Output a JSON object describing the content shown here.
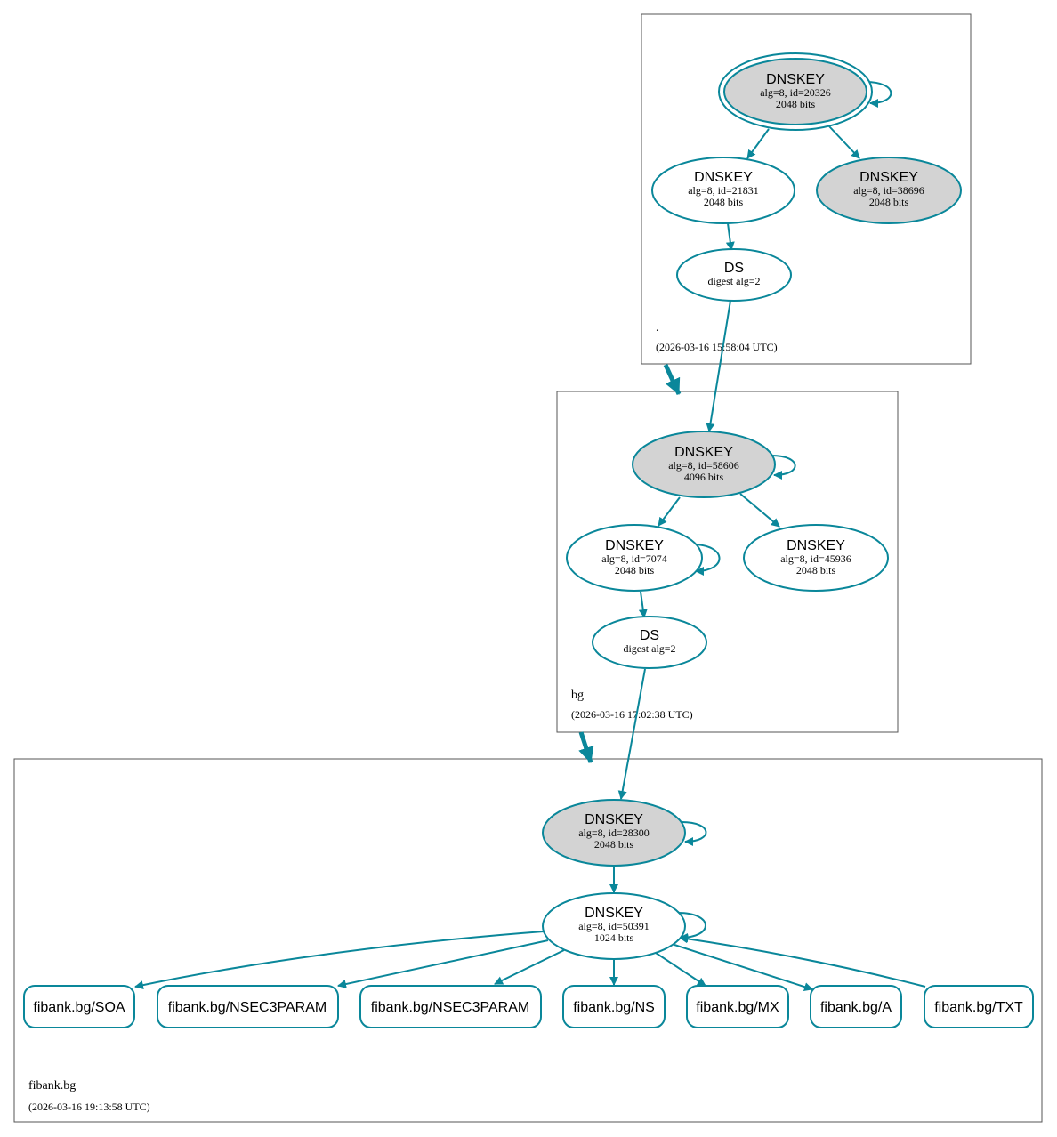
{
  "colors": {
    "edge": "#0a879a",
    "ksk_fill": "#d3d3d3",
    "node_fill": "#ffffff",
    "zone_border": "#555555"
  },
  "zones": {
    "root": {
      "name": ".",
      "timestamp": "(2026-03-16 15:58:04 UTC)"
    },
    "bg": {
      "name": "bg",
      "timestamp": "(2026-03-16 17:02:38 UTC)"
    },
    "fibank": {
      "name": "fibank.bg",
      "timestamp": "(2026-03-16 19:13:58 UTC)"
    }
  },
  "nodes": {
    "root_ksk": {
      "title": "DNSKEY",
      "line1": "alg=8, id=20326",
      "line2": "2048 bits"
    },
    "root_zsk1": {
      "title": "DNSKEY",
      "line1": "alg=8, id=21831",
      "line2": "2048 bits"
    },
    "root_zsk2": {
      "title": "DNSKEY",
      "line1": "alg=8, id=38696",
      "line2": "2048 bits"
    },
    "bg_ds": {
      "title": "DS",
      "line1": "digest alg=2"
    },
    "bg_ksk": {
      "title": "DNSKEY",
      "line1": "alg=8, id=58606",
      "line2": "4096 bits"
    },
    "bg_zsk1": {
      "title": "DNSKEY",
      "line1": "alg=8, id=7074",
      "line2": "2048 bits"
    },
    "bg_zsk2": {
      "title": "DNSKEY",
      "line1": "alg=8, id=45936",
      "line2": "2048 bits"
    },
    "fib_ds": {
      "title": "DS",
      "line1": "digest alg=2"
    },
    "fib_ksk": {
      "title": "DNSKEY",
      "line1": "alg=8, id=28300",
      "line2": "2048 bits"
    },
    "fib_zsk": {
      "title": "DNSKEY",
      "line1": "alg=8, id=50391",
      "line2": "1024 bits"
    }
  },
  "records": [
    "fibank.bg/SOA",
    "fibank.bg/NSEC3PARAM",
    "fibank.bg/NSEC3PARAM",
    "fibank.bg/NS",
    "fibank.bg/MX",
    "fibank.bg/A",
    "fibank.bg/TXT"
  ]
}
